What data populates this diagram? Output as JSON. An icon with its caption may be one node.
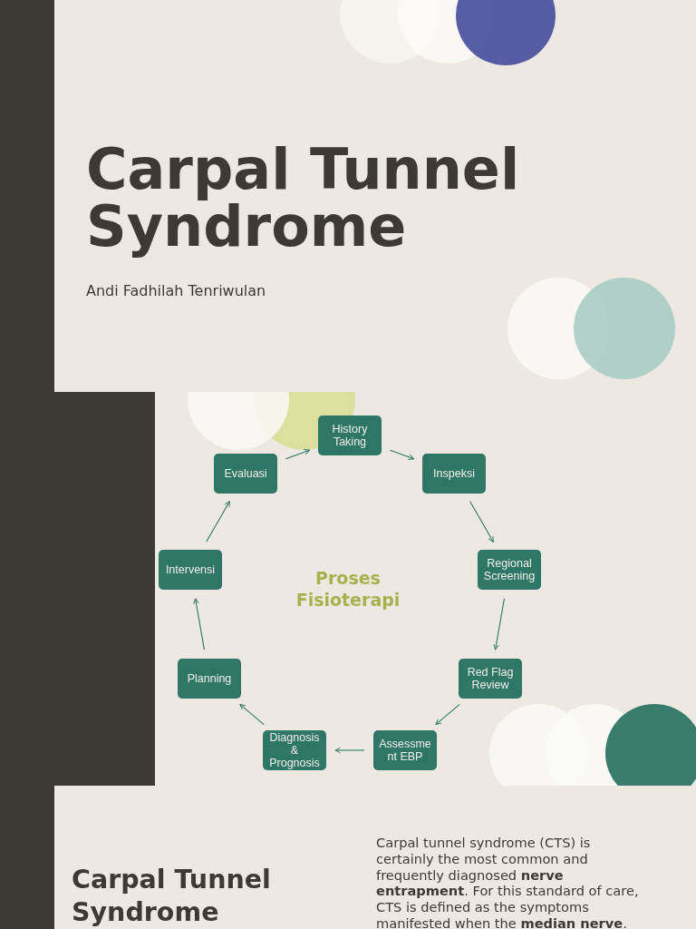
{
  "diagram": {
    "title": "Carpal Tunnel Syndrome",
    "nodes": [
      {
        "text": [
          "History Taking"
        ]
      },
      {
        "text": [
          "Inspeksi"
        ]
      },
      {
        "text": [
          "Regional Screening"
        ]
      },
      {
        "text": [
          "Red Flag Review"
        ]
      },
      {
        "text": [
          "Assessment EBP"
        ]
      },
      {
        "text": [
          "Diagnosis & Prognosis"
        ]
      },
      {
        "text": [
          "Planning"
        ]
      },
      {
        "text": [
          "Intervensi"
        ]
      },
      {
        "text": [
          "Evaluasi"
        ]
      }
    ],
    "edges": [
      {
        "from": 0,
        "to": 1,
        "arrow": "to"
      },
      {
        "from": 1,
        "to": 2,
        "arrow": "to"
      },
      {
        "from": 2,
        "to": 3,
        "arrow": "to"
      },
      {
        "from": 3,
        "to": 4,
        "arrow": "to"
      },
      {
        "from": 4,
        "to": 5,
        "arrow": "to"
      },
      {
        "from": 5,
        "to": 6,
        "arrow": "to"
      },
      {
        "from": 6,
        "to": 7,
        "arrow": "to"
      },
      {
        "from": 7,
        "to": 8,
        "arrow": "to"
      },
      {
        "from": 8,
        "to": 0,
        "arrow": "to"
      }
    ],
    "labels": [
      "Andi Fadhilah Tenriwulan",
      "Proses Fisioterapi",
      "Carpal Tunnel Syndrome",
      "Carpal tunnel syndrome (CTS) is certainly the most common and frequently diagnosed **nerve entrapment**. For this standard of care, CTS is defined as the symptoms manifested when the **median nerve**."
    ]
  }
}
